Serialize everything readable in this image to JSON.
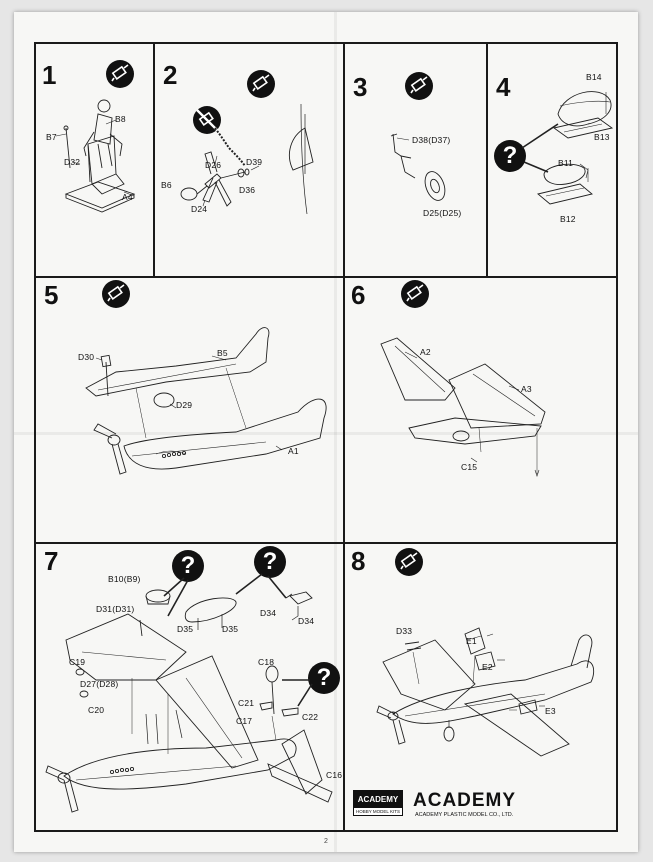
{
  "page_number": "2",
  "steps": [
    {
      "number": "1",
      "parts": [
        "B8",
        "B7",
        "D32",
        "A4"
      ]
    },
    {
      "number": "2",
      "parts": [
        "D39",
        "D26",
        "B6",
        "D36",
        "D24"
      ]
    },
    {
      "number": "3",
      "parts": [
        "D38(D37)",
        "D25(D25)"
      ]
    },
    {
      "number": "4",
      "parts": [
        "B14",
        "B13",
        "B11",
        "B12"
      ]
    },
    {
      "number": "5",
      "parts": [
        "D30",
        "B5",
        "D29",
        "A1"
      ]
    },
    {
      "number": "6",
      "parts": [
        "A2",
        "A3",
        "C15"
      ]
    },
    {
      "number": "7",
      "parts": [
        "B10(B9)",
        "D31(D31)",
        "D35",
        "D35",
        "D34",
        "D34",
        "C19",
        "D27(D28)",
        "C20",
        "C18",
        "C21",
        "C22",
        "C17",
        "C16"
      ]
    },
    {
      "number": "8",
      "parts": [
        "D33",
        "E1",
        "E2",
        "E3"
      ]
    }
  ],
  "question_mark": "?",
  "branding": {
    "logo_text": "ACADEMY",
    "logo_subtext": "HOBBY MODEL KITS",
    "wordmark": "ACADEMY",
    "wordmark_subtext": "ACADEMY PLASTIC MODEL CO., LTD."
  },
  "icons": {
    "glue": "glue-tube-icon",
    "no_glue": "no-glue-icon",
    "check": "question-mark-icon"
  },
  "colors": {
    "ink": "#111111",
    "paper": "#f7f7f5"
  }
}
